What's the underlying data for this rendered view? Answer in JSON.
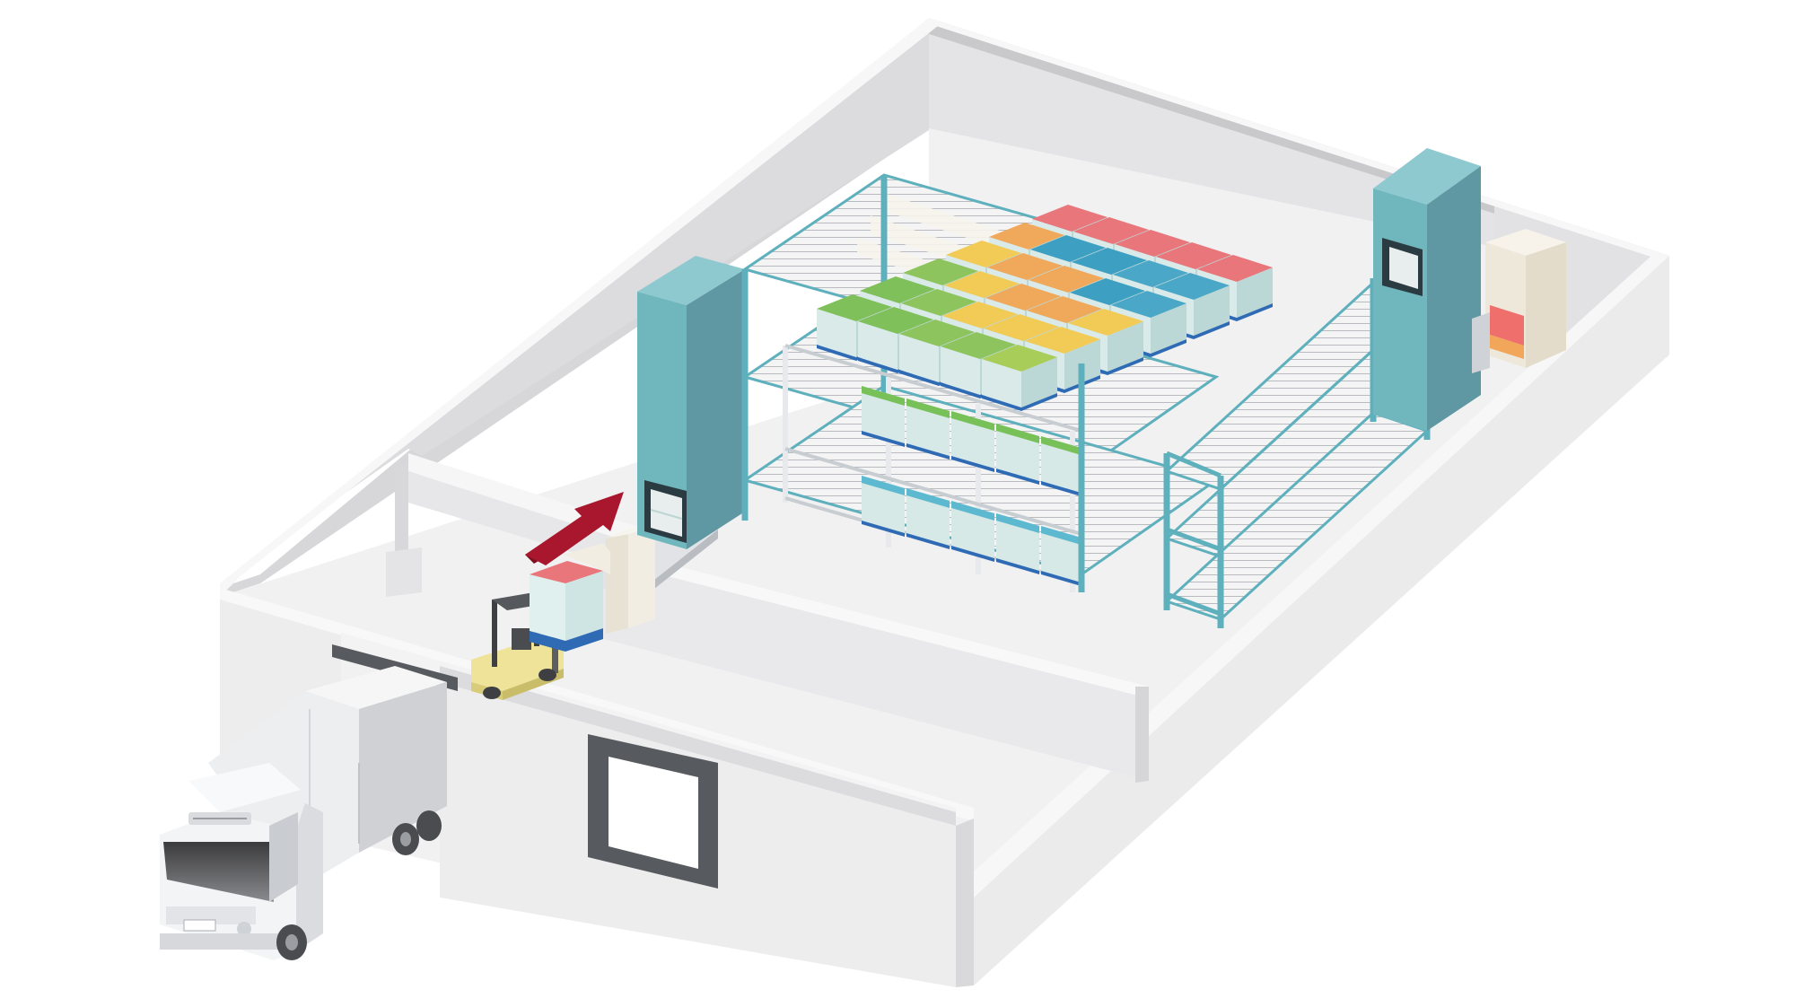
{
  "scene": {
    "kind": "isometric-automated-warehouse-illustration",
    "elements": [
      "building-shell",
      "truck",
      "dock-door",
      "forklift",
      "inbound-arrow",
      "flow-rack",
      "lift-tower-left",
      "lift-tower-right",
      "output-station"
    ]
  },
  "colors": {
    "background": "#ffffff",
    "wall_top": "#f7f7f8",
    "wall_front": "#ededee",
    "wall_side": "#d9d9dc",
    "floor": "#f1f1f2",
    "tower_front": "#6fb6bd",
    "tower_side": "#5f97a3",
    "tower_top": "#8ec9cf",
    "rack_frame": "#5fb0bd",
    "arrow": "#a8172e",
    "forklift": "#efe39a",
    "truck_body": "#eceef0",
    "truck_cab": "#f4f5f6"
  },
  "bins": {
    "top_rows": [
      [
        "#e8767a",
        "#e8767a",
        "#e8767a",
        "#e8767a",
        "#e8767a"
      ],
      [
        "#f0a95a",
        "#3d9fc2",
        "#3d9fc2",
        "#4aa7c8",
        "#4aa7c8"
      ],
      [
        "#f1cb55",
        "#f0a95a",
        "#f0a95a",
        "#3d9fc2",
        "#4aa7c8"
      ],
      [
        "#8ec45d",
        "#f1cb55",
        "#f0a95a",
        "#f0a95a",
        "#f1cb55"
      ],
      [
        "#7fc05a",
        "#8ec45d",
        "#f1cb55",
        "#f1cb55",
        "#f1cb55"
      ],
      [
        "#7fc05a",
        "#7fc05a",
        "#8ec45d",
        "#8ec45d",
        "#a8cd58"
      ]
    ],
    "middle_level": "#78c158",
    "lower_level": "#5db9cf",
    "incoming_bin": "#e8767a",
    "output_bins": [
      "#ee6f6c",
      "#f2a65a"
    ]
  }
}
